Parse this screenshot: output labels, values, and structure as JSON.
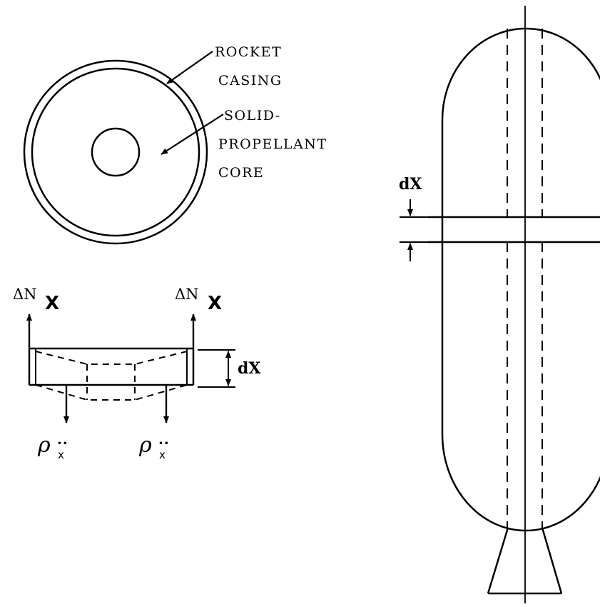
{
  "labels": {
    "casing_line1": "ROCKET",
    "casing_line2": "CASING",
    "core_line1": "SOLID-",
    "core_line2": "PROPELLANT",
    "core_line3": "CORE",
    "dx_right": "dX",
    "dx_element": "dX",
    "delta_n": "ΔN",
    "x_sub": "X",
    "rho": "ρ",
    "rho_sub": "x",
    "ddot": ".."
  },
  "colors": {
    "ink": "#000000",
    "paper": "#ffffff"
  }
}
